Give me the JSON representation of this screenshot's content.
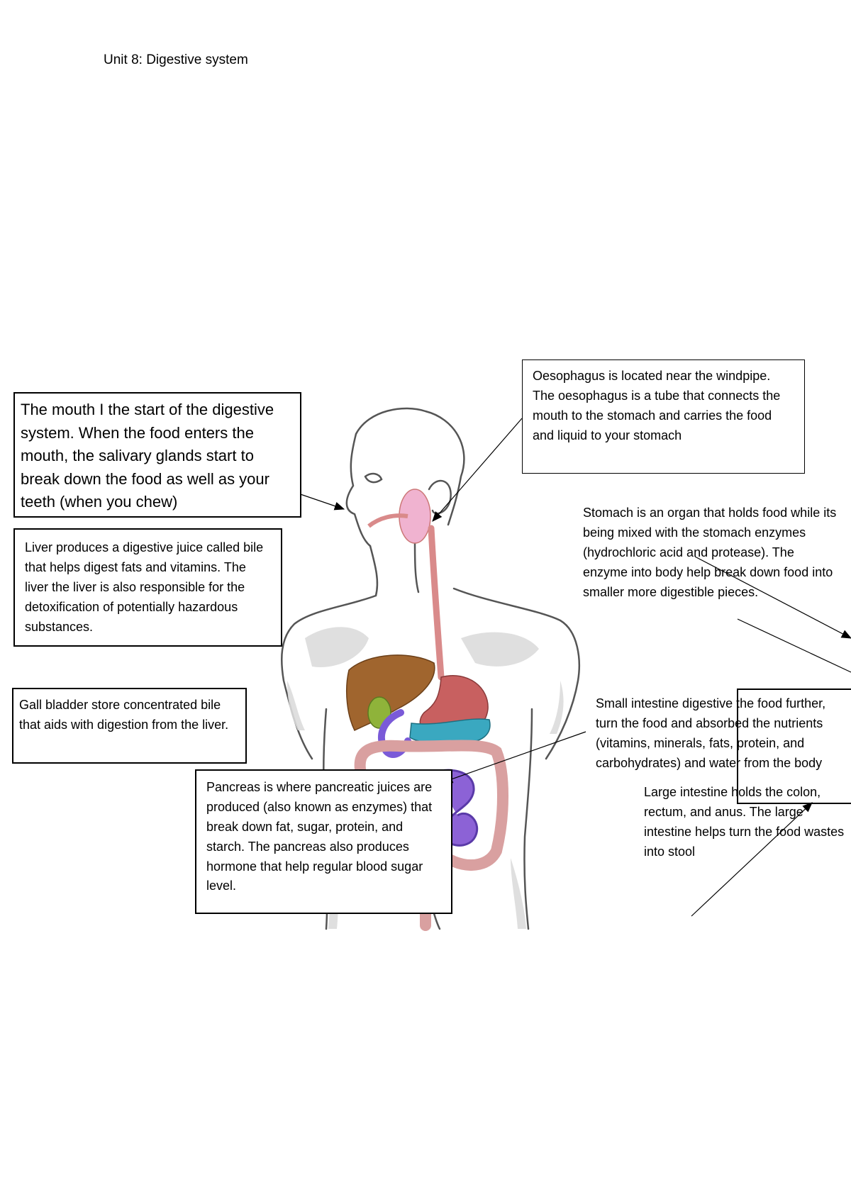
{
  "page": {
    "title": "Unit 8: Digestive system"
  },
  "labels": {
    "mouth": "The mouth I the start of the digestive system. When the food enters the mouth, the salivary glands start to break down the food as well as your teeth (when you chew)",
    "liver": "Liver produces a digestive juice called bile that helps digest fats and vitamins. The liver the liver is also responsible for the detoxification of potentially hazardous substances.",
    "gall_bladder": "Gall bladder store concentrated bile that aids with digestion from the liver.",
    "pancreas": "Pancreas is where pancreatic juices are produced (also known as enzymes) that break down fat, sugar, protein, and starch. The pancreas also produces hormone that help regular blood sugar level.",
    "oesophagus": "Oesophagus is located near the windpipe. The oesophagus is a tube that connects the mouth to the stomach and carries the food and liquid to your stomach",
    "stomach": "Stomach is an organ that holds food while its being mixed with the stomach enzymes (hydrochloric acid and protease). The enzyme into body help break down food into smaller more digestible pieces.",
    "small_intestine": "Small intestine digestive the food further, turn the food and absorbed the nutrients (vitamins, minerals, fats, protein, and carbohydrates) and water from the body",
    "large_intestine": "Large intestine holds the colon, rectum, and anus. The large intestine helps turn the food wastes into stool"
  },
  "colors": {
    "outline": "#555555",
    "muscle_shading": "#d8d8d8",
    "liver": "#a0652e",
    "gall_bladder": "#8fb33a",
    "stomach": "#c86060",
    "pancreas": "#3aa8c0",
    "duodenum": "#7a5ad8",
    "small_intestine": "#8c62d6",
    "large_intestine": "#d9a0a0",
    "oesophagus": "#d98a8a",
    "salivary_gland": "#f0b3d0"
  }
}
